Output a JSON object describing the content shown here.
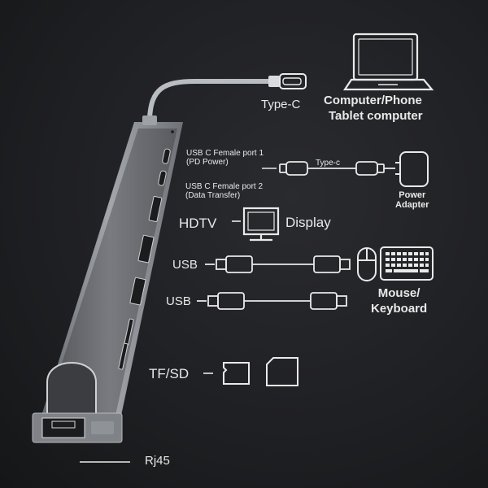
{
  "labels": {
    "type_c": "Type-C",
    "computer_line1": "Computer/Phone",
    "computer_line2": "Tablet computer",
    "usbc_port1_line1": "USB C Female port 1",
    "usbc_port1_line2": "(PD Power)",
    "usbc_port2_line1": "USB C Female port 2",
    "usbc_port2_line2": "(Data Transfer)",
    "type_c_cable": "Type-c",
    "power_line1": "Power",
    "power_line2": "Adapter",
    "hdtv": "HDTV",
    "display": "Display",
    "usb_1": "USB",
    "usb_2": "USB",
    "mouse_line1": "Mouse/",
    "mouse_line2": "Keyboard",
    "tf_sd": "TF/SD",
    "rj45": "Rj45"
  },
  "icons": {
    "laptop": "laptop-icon",
    "monitor": "monitor-icon",
    "power_adapter": "power-adapter-icon",
    "mouse": "mouse-icon",
    "keyboard": "keyboard-icon",
    "tf_card": "tf-card-icon",
    "sd_card": "sd-card-icon",
    "usb_plug": "usb-plug-icon",
    "type_c_plug": "type-c-plug-icon"
  },
  "colors": {
    "background": "#1e1f22",
    "line_art": "#e9e9e9",
    "hub_body": "#8e9196"
  }
}
